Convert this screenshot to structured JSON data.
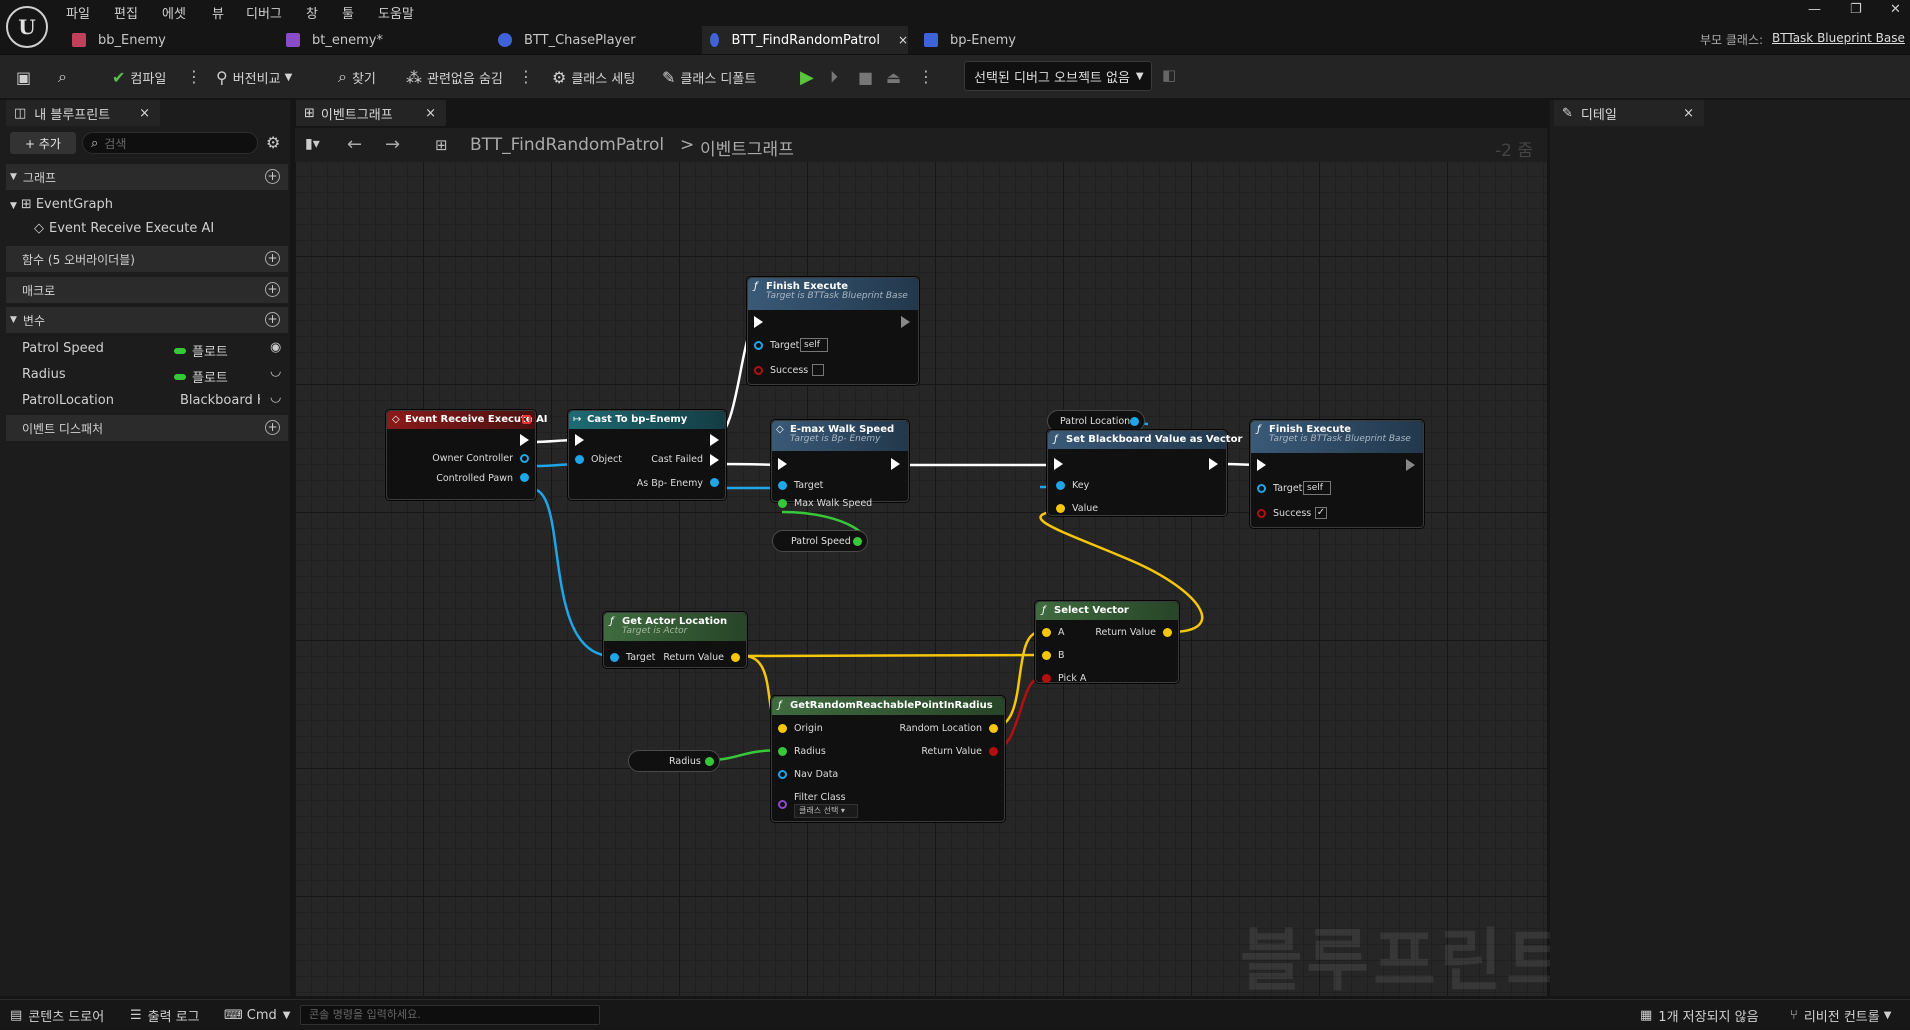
{
  "menu": [
    "파일",
    "편집",
    "에셋",
    "뷰",
    "디버그",
    "창",
    "툴",
    "도움말"
  ],
  "tabs": [
    {
      "label": "bb_Enemy",
      "color": "#c23f5c"
    },
    {
      "label": "bt_enemy*",
      "color": "#8a4bc8"
    },
    {
      "label": "BTT_ChasePlayer",
      "color": "#3f62d8"
    },
    {
      "label": "BTT_FindRandomPatrol",
      "color": "#3f62d8",
      "close": "×"
    },
    {
      "label": "bp-Enemy",
      "color": "#3f62d8"
    }
  ],
  "parent_class": {
    "label": "부모 클래스:",
    "value": "BTTask Blueprint Base"
  },
  "window_controls": [
    "—",
    "❐",
    "✕"
  ],
  "toolbar": {
    "compile": "컴파일",
    "diff": "버전비교",
    "find": "찾기",
    "hide_unrelated": "관련없음 숨김",
    "class_settings": "클래스 세팅",
    "class_defaults": "클래스 디폴트",
    "debug_select": "선택된 디버그 오브젝트 없음"
  },
  "left_panel": {
    "tab": "내 블루프린트",
    "close": "×",
    "add": "+ 추가",
    "search_placeholder": "검색",
    "sections": {
      "graph": "그래프",
      "functions": "함수 (5 오버라이더블)",
      "macros": "매크로",
      "variables": "변수",
      "dispatchers": "이벤트 디스패처"
    },
    "graph_items": [
      "EventGraph",
      "Event Receive Execute AI"
    ],
    "variables": [
      {
        "name": "Patrol Speed",
        "type": "플로트",
        "color": "#37c83a"
      },
      {
        "name": "Radius",
        "type": "플로트",
        "color": "#37c83a"
      },
      {
        "name": "PatrolLocation",
        "type": "Blackboard K",
        "color": "#1f66d8"
      }
    ]
  },
  "graph_tab": {
    "label": "이벤트그래프",
    "close": "×"
  },
  "breadcrumb": {
    "root": "BTT_FindRandomPatrol",
    "sep": ">",
    "current": "이벤트그래프"
  },
  "zoom": "-2 줌",
  "watermark": "블루프린트",
  "details_tab": {
    "label": "디테일",
    "close": "×"
  },
  "nodes": {
    "event": {
      "title": "Event Receive Execute AI",
      "pins": [
        "Owner Controller",
        "Controlled Pawn"
      ]
    },
    "cast": {
      "title": "Cast To bp-Enemy",
      "pins": [
        "Object",
        "Cast Failed",
        "As Bp- Enemy"
      ]
    },
    "finish1": {
      "title": "Finish Execute",
      "sub": "Target is BTTask Blueprint Base",
      "pins": [
        "Target",
        "Success"
      ],
      "self": "self"
    },
    "walk": {
      "title": "E-max Walk Speed",
      "sub": "Target is Bp- Enemy",
      "pins": [
        "Target",
        "Max Walk Speed"
      ]
    },
    "patrol_speed": "Patrol Speed",
    "patrol_location": "Patrol Location",
    "setbb": {
      "title": "Set Blackboard Value as Vector",
      "pins": [
        "Key",
        "Value"
      ]
    },
    "finish2": {
      "title": "Finish Execute",
      "sub": "Target is BTTask Blueprint Base",
      "pins": [
        "Target",
        "Success"
      ],
      "self": "self"
    },
    "select": {
      "title": "Select Vector",
      "pins": [
        "A",
        "Return Value",
        "B",
        "Pick A"
      ]
    },
    "actorloc": {
      "title": "Get Actor Location",
      "sub": "Target is Actor",
      "pins": [
        "Target",
        "Return Value"
      ]
    },
    "random": {
      "title": "GetRandomReachablePointInRadius",
      "pins": [
        "Origin",
        "Random Location",
        "Radius",
        "Return Value",
        "Nav Data",
        "Filter Class"
      ],
      "filter": "클래스 선택"
    },
    "radius": "Radius"
  },
  "status": {
    "content_drawer": "콘텐츠 드로어",
    "output_log": "출력 로그",
    "cmd": "Cmd",
    "cmd_placeholder": "콘솔 명령을 입력하세요.",
    "unsaved": "1개 저장되지 않음",
    "revision": "리비전 컨트롤"
  },
  "colors": {
    "exec": "#ffffff",
    "object": "#1fa6e8",
    "float": "#37c83a",
    "vector": "#f5c60a",
    "bool": "#b40f0f",
    "event_head": "#8b1a1a",
    "func_head": "#3a5a78",
    "pure_head": "#3f6b3f"
  }
}
